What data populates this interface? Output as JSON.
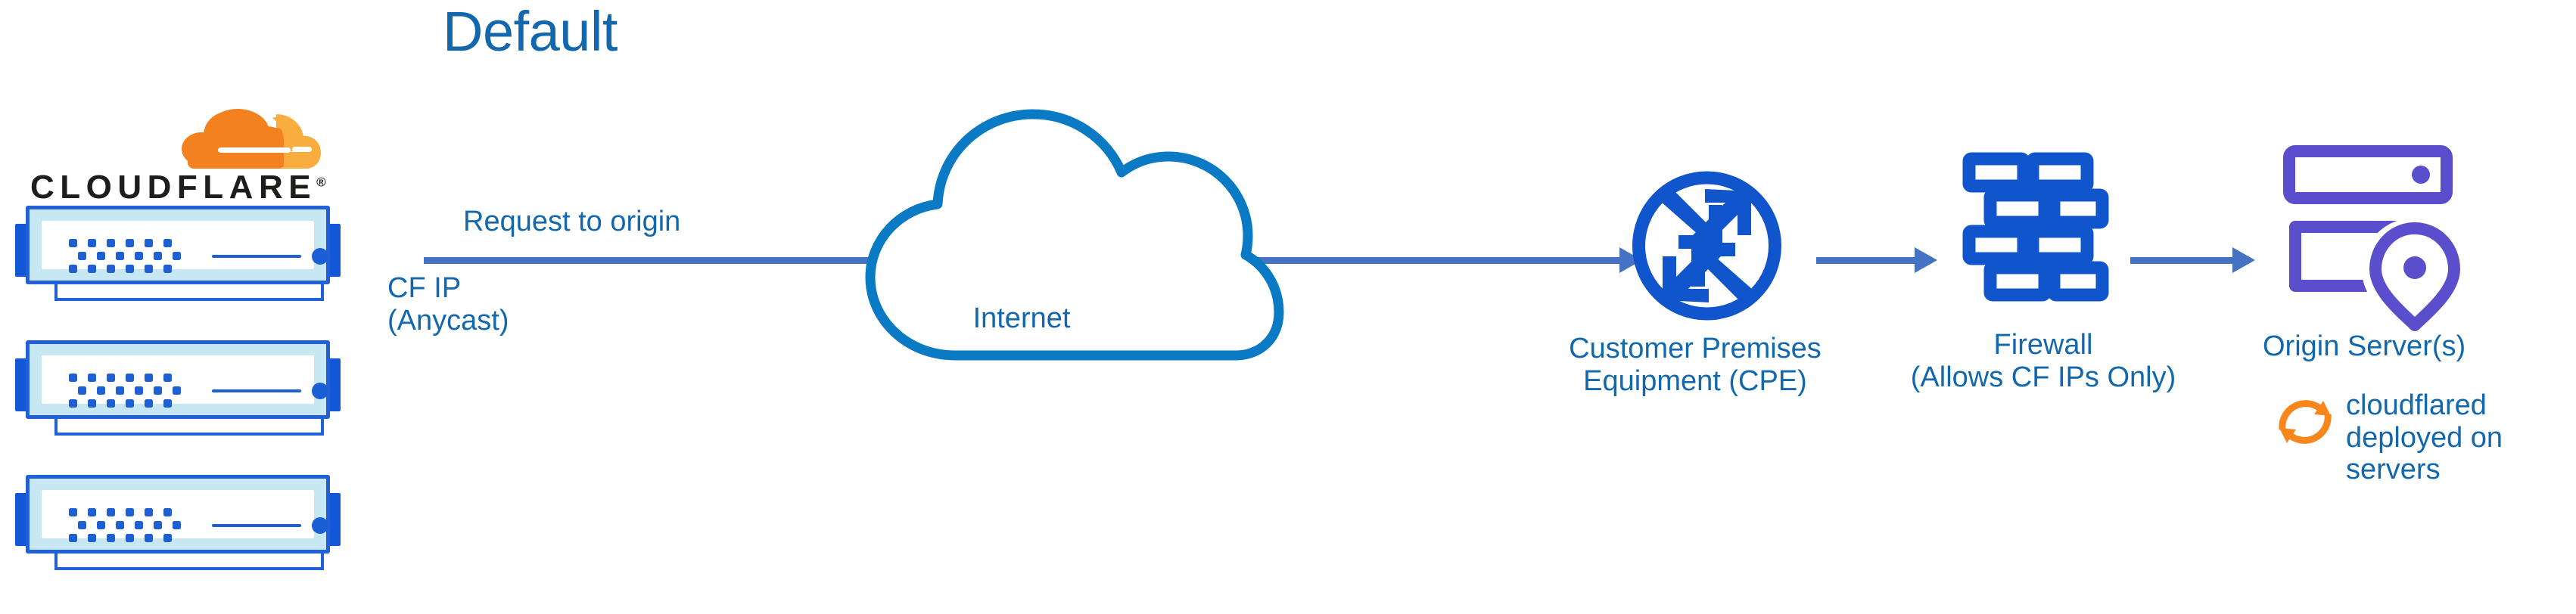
{
  "title": "Default",
  "colors": {
    "title_blue": "#1368ad",
    "label_blue": "#1368ad",
    "arrow_blue": "#4573c4",
    "cloud_stroke": "#0b7ac4",
    "node_blue": "#1055cc",
    "server_blue": "#2160d8",
    "origin_purple": "#5b4ecc",
    "cloudflare_orange": "#f48120",
    "cloudflare_orange_light": "#faad3f",
    "logo_text": "#1d1d1b"
  },
  "brand": {
    "logo_wordmark": "CLOUDFLARE",
    "logo_registered": "®",
    "logo_icon_name": "cloudflare-cloud-logo"
  },
  "flow": {
    "request_label": "Request to origin",
    "cf_ip_label": "CF IP\n(Anycast)",
    "arrow_count": 3
  },
  "nodes": [
    {
      "id": "cloudflare-edge",
      "label": "",
      "icon": "server-rack-icon",
      "count": 3
    },
    {
      "id": "internet",
      "label": "Internet",
      "icon": "cloud-icon"
    },
    {
      "id": "cpe",
      "label": "Customer Premises\nEquipment (CPE)",
      "icon": "router-arrows-icon"
    },
    {
      "id": "firewall",
      "label": "Firewall\n(Allows CF IPs Only)",
      "icon": "brick-wall-icon"
    },
    {
      "id": "origin",
      "label": "Origin Server(s)",
      "icon": "server-stack-pin-icon"
    }
  ],
  "annotation": {
    "cloudflared_label": "cloudflared\ndeployed on\nservers",
    "cloudflared_icon": "sync-refresh-icon"
  }
}
